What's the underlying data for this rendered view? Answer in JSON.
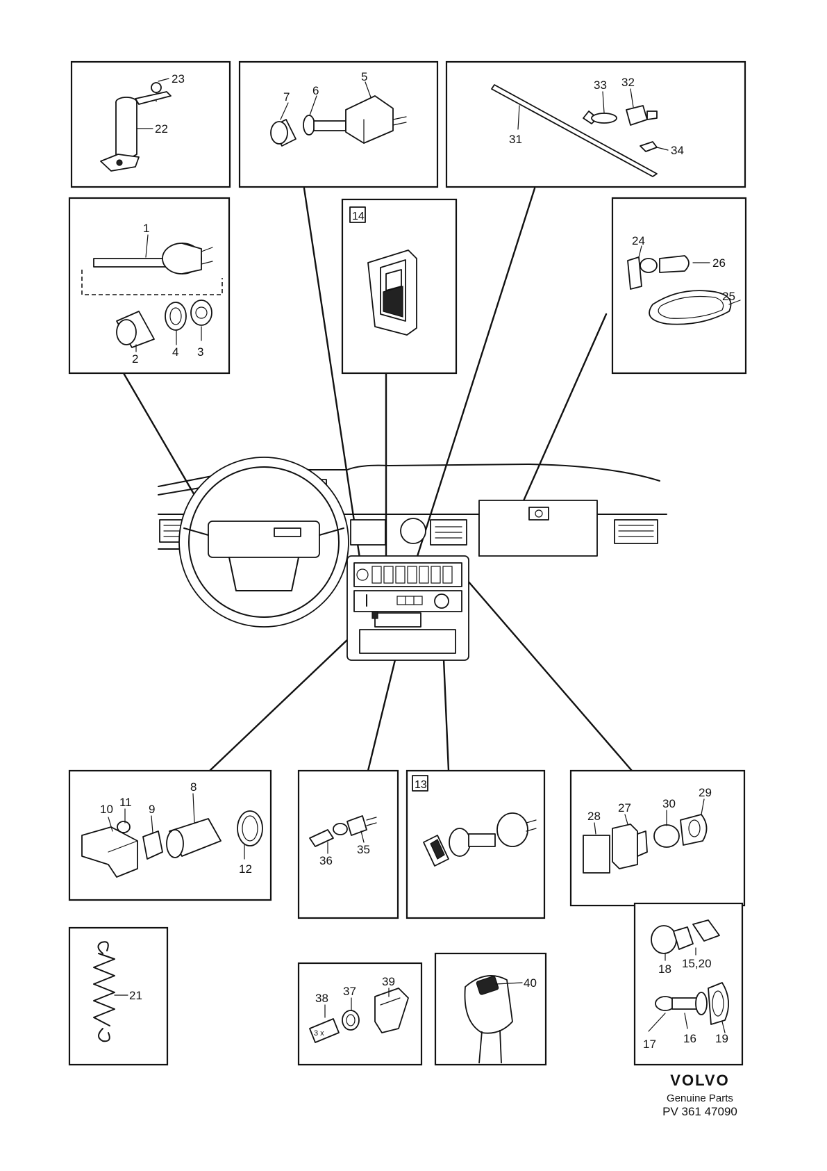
{
  "panels": [
    {
      "id": "p1",
      "labels": [
        "22",
        "23"
      ]
    },
    {
      "id": "p2",
      "labels": [
        "5",
        "6",
        "7"
      ]
    },
    {
      "id": "p3",
      "labels": [
        "31",
        "32",
        "33",
        "34"
      ]
    },
    {
      "id": "p4",
      "labels": [
        "1",
        "2",
        "3",
        "4"
      ]
    },
    {
      "id": "p5",
      "labels": [],
      "box_label": "14"
    },
    {
      "id": "p6",
      "labels": [
        "24",
        "25",
        "26"
      ]
    },
    {
      "id": "p7",
      "labels": [
        "8",
        "9",
        "10",
        "11",
        "12"
      ]
    },
    {
      "id": "p8",
      "labels": [
        "35",
        "36"
      ]
    },
    {
      "id": "p9",
      "labels": [],
      "box_label": "13"
    },
    {
      "id": "p10",
      "labels": [
        "27",
        "28",
        "29",
        "30"
      ]
    },
    {
      "id": "p11",
      "labels": [
        "21"
      ]
    },
    {
      "id": "p12",
      "labels": [
        "37",
        "38",
        "39"
      ]
    },
    {
      "id": "p13",
      "labels": [
        "40"
      ]
    },
    {
      "id": "p14",
      "labels": [
        "15,20",
        "16",
        "17",
        "18",
        "19"
      ]
    }
  ],
  "bulb_marking": "3 x",
  "footer": {
    "brand": "VOLVO",
    "line1": "Genuine Parts",
    "line2": "PV 361 47090"
  }
}
